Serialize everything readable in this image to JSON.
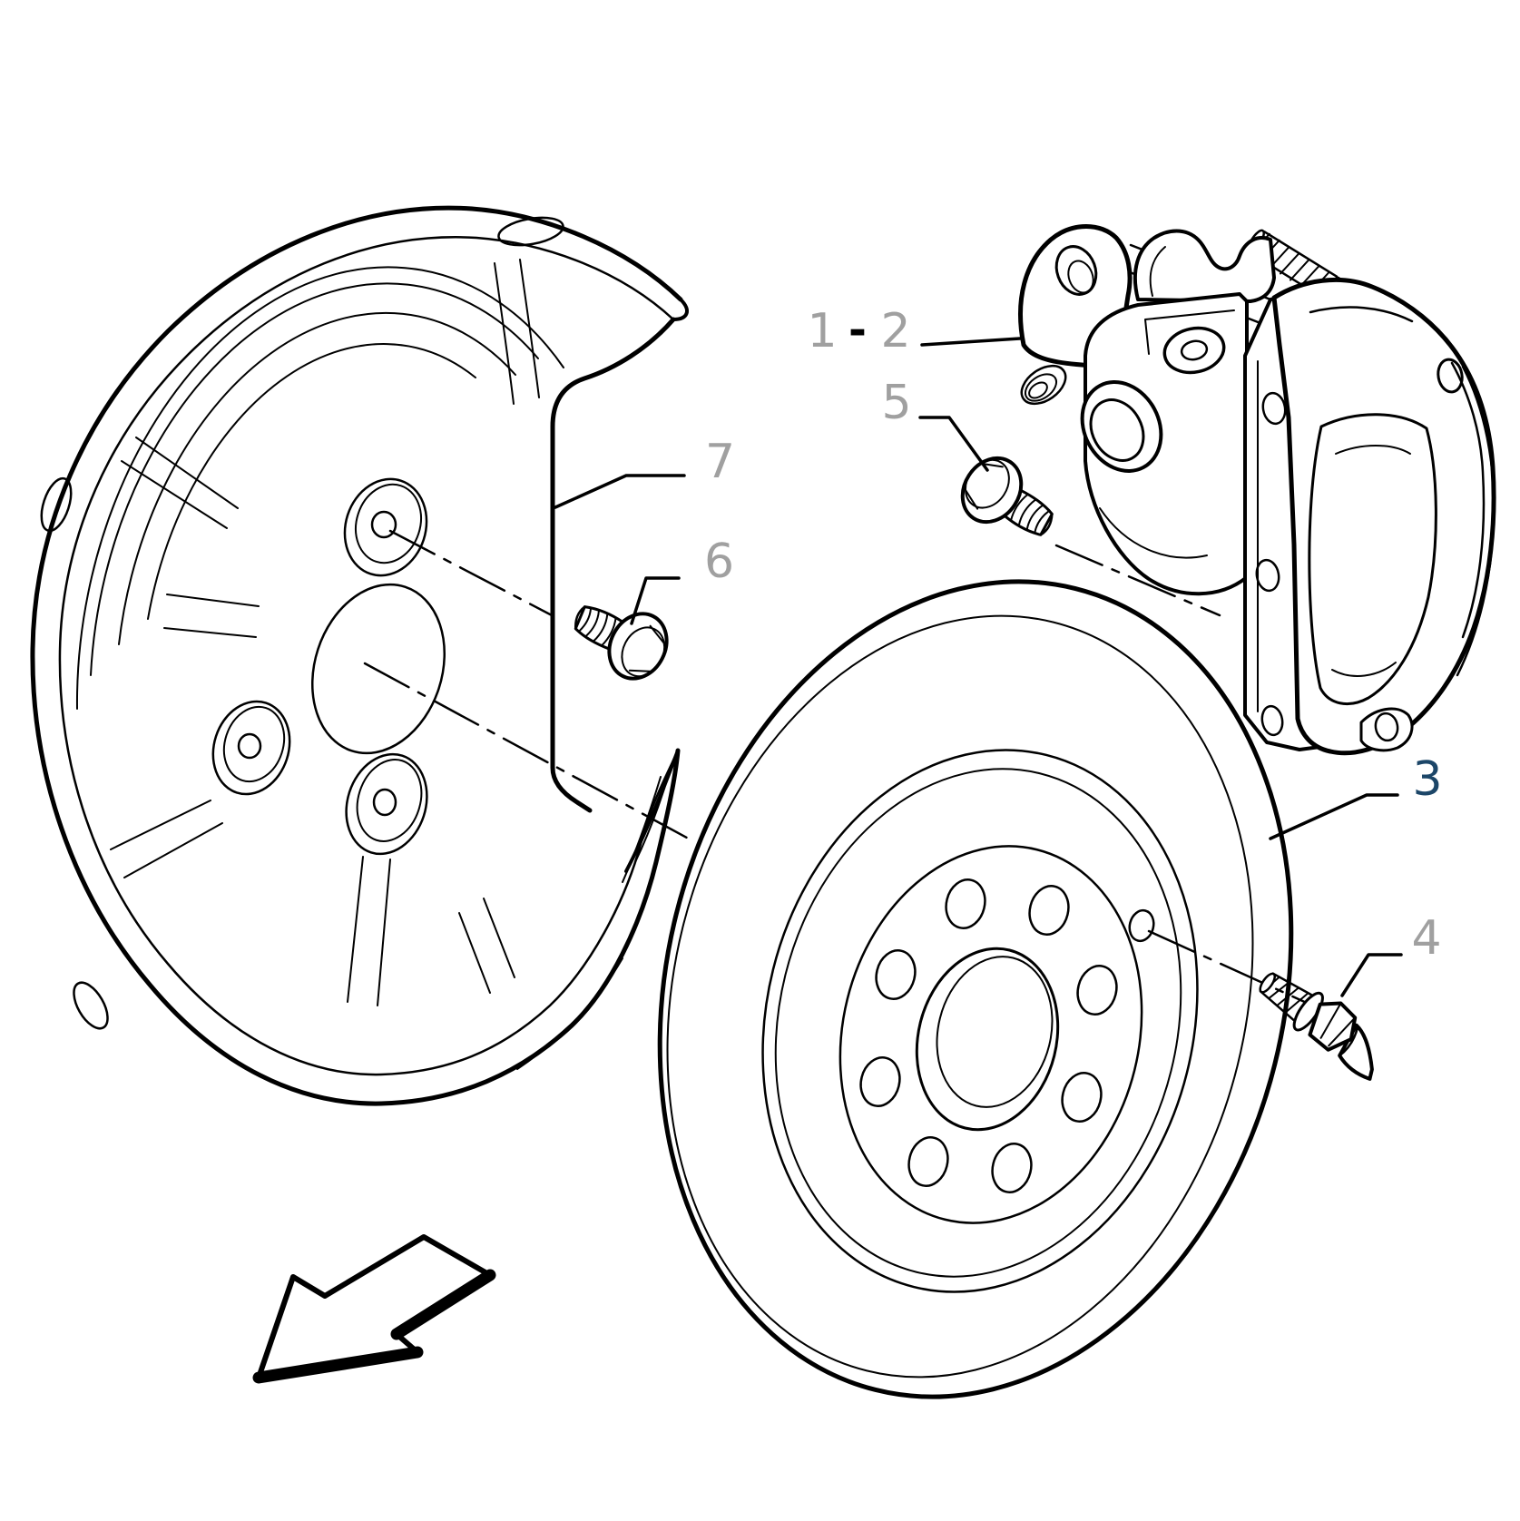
{
  "diagram": {
    "background": "#ffffff",
    "line_color": "#000000",
    "label_color": "#a0a0a0",
    "highlight_box_color": "#86b3d7",
    "highlight_text_color": "#1c4668"
  },
  "callouts": [
    {
      "id": "1-2",
      "label": "1 - 2",
      "label_a": "1",
      "label_sep": "-",
      "label_b": "2",
      "highlighted": false
    },
    {
      "id": "5",
      "label": "5",
      "highlighted": false
    },
    {
      "id": "7",
      "label": "7",
      "highlighted": false
    },
    {
      "id": "6",
      "label": "6",
      "highlighted": false
    },
    {
      "id": "3",
      "label": "3",
      "highlighted": true
    },
    {
      "id": "4",
      "label": "4",
      "highlighted": false
    }
  ],
  "parts": [
    {
      "callout": "1 - 2",
      "name": "brake-caliper-assembly"
    },
    {
      "callout": "3",
      "name": "brake-disc"
    },
    {
      "callout": "4",
      "name": "disc-retaining-screw"
    },
    {
      "callout": "5",
      "name": "caliper-mounting-bolt"
    },
    {
      "callout": "6",
      "name": "backing-plate-bolt"
    },
    {
      "callout": "7",
      "name": "brake-backing-plate"
    }
  ],
  "icons": [
    {
      "name": "direction-arrow",
      "meaning": "installation direction pointer"
    }
  ]
}
